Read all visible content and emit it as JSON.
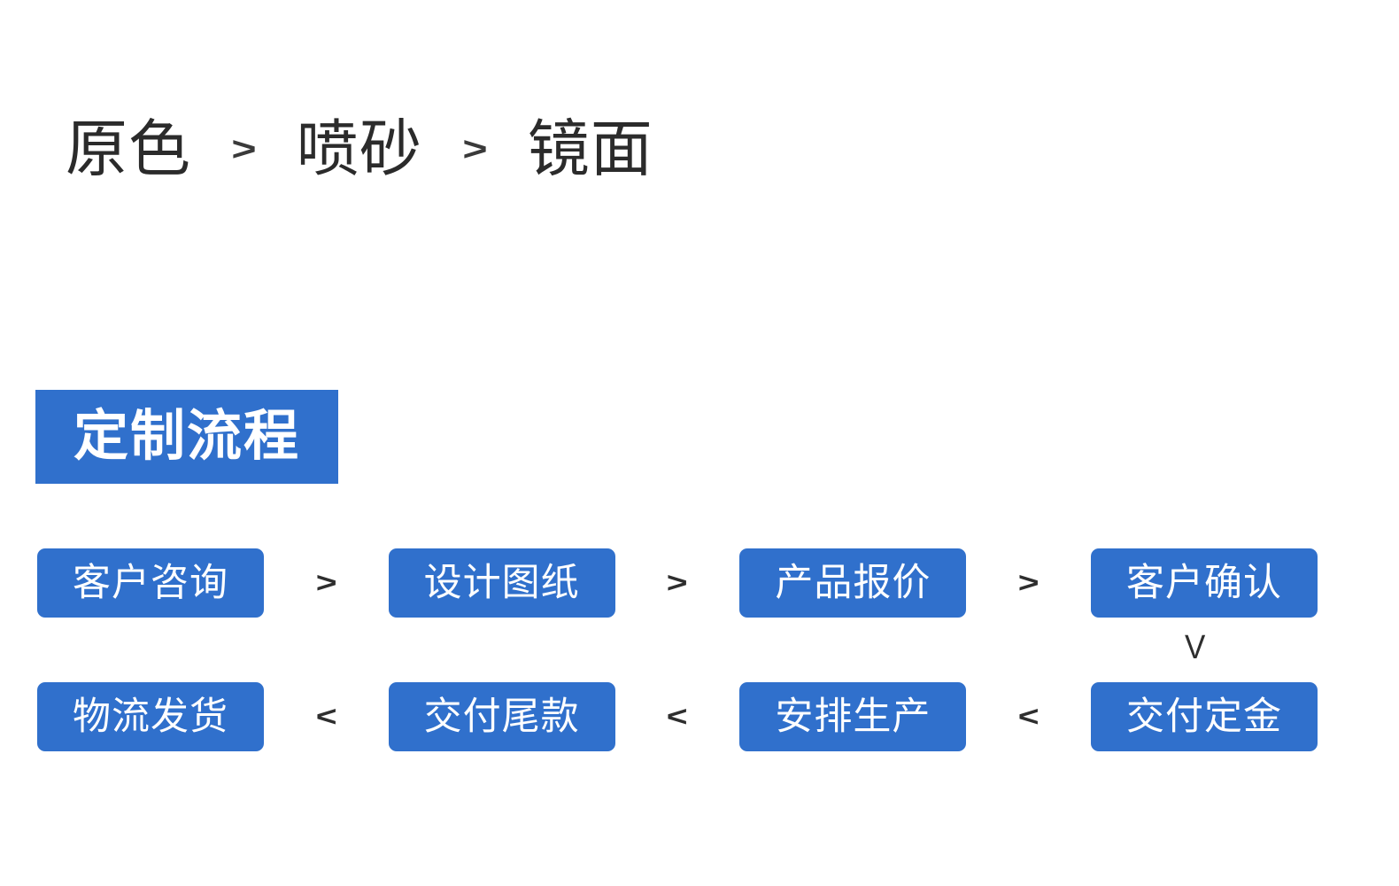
{
  "background_color": "#ffffff",
  "accent_color": "#3070cc",
  "text_color": "#2b2b2b",
  "finish_options": {
    "items": [
      {
        "label": "原色"
      },
      {
        "label": "喷砂"
      },
      {
        "label": "镜面"
      }
    ],
    "separator": ">"
  },
  "section": {
    "heading": "定制流程",
    "heading_bg": "#3070cc",
    "heading_text_color": "#ffffff"
  },
  "process_flow": {
    "forward_arrow": ">",
    "backward_arrow": "<",
    "down_arrow": "V",
    "row1": [
      {
        "label": "客户咨询"
      },
      {
        "label": "设计图纸"
      },
      {
        "label": "产品报价"
      },
      {
        "label": "客户确认"
      }
    ],
    "row1_arrows": [
      ">",
      ">",
      ">"
    ],
    "row2": [
      {
        "label": "物流发货"
      },
      {
        "label": "交付尾款"
      },
      {
        "label": "安排生产"
      },
      {
        "label": "交付定金"
      }
    ],
    "row2_arrows": [
      "<",
      "<",
      "<"
    ]
  }
}
